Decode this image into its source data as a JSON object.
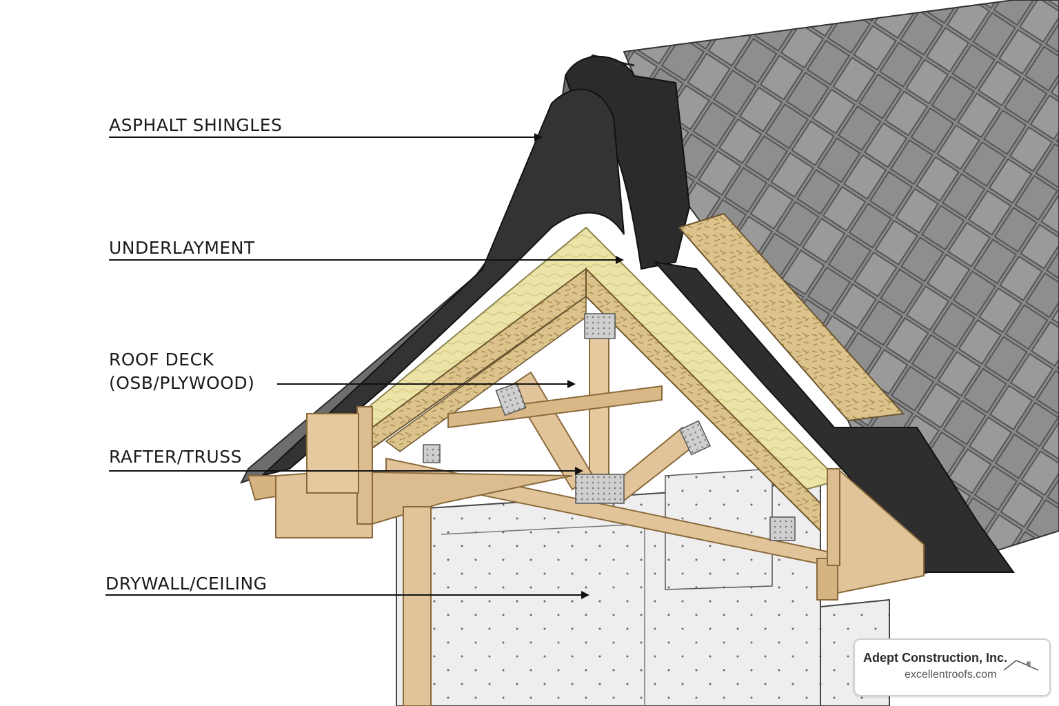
{
  "labels": {
    "shingles": "ASPHALT SHINGLES",
    "underlayment": "UNDERLAYMENT",
    "deck_line1": "ROOF DECK",
    "deck_line2": "(OSB/PLYWOOD)",
    "truss": "RAFTER/TRUSS",
    "drywall": "DRYWALL/CEILING"
  },
  "logo": {
    "company": "Adept Construction, Inc.",
    "website": "excellentroofs.com",
    "icon": "house-roof-icon"
  },
  "colors": {
    "shingle": "#7a7a7a",
    "shingle_dark": "#555555",
    "underlayment": "#2c2c2c",
    "insulation": "#e8e2a0",
    "osb": "#d9c08a",
    "lumber": "#e2c49a",
    "drywall": "#eeeeee",
    "plate": "#c8c8c8"
  }
}
